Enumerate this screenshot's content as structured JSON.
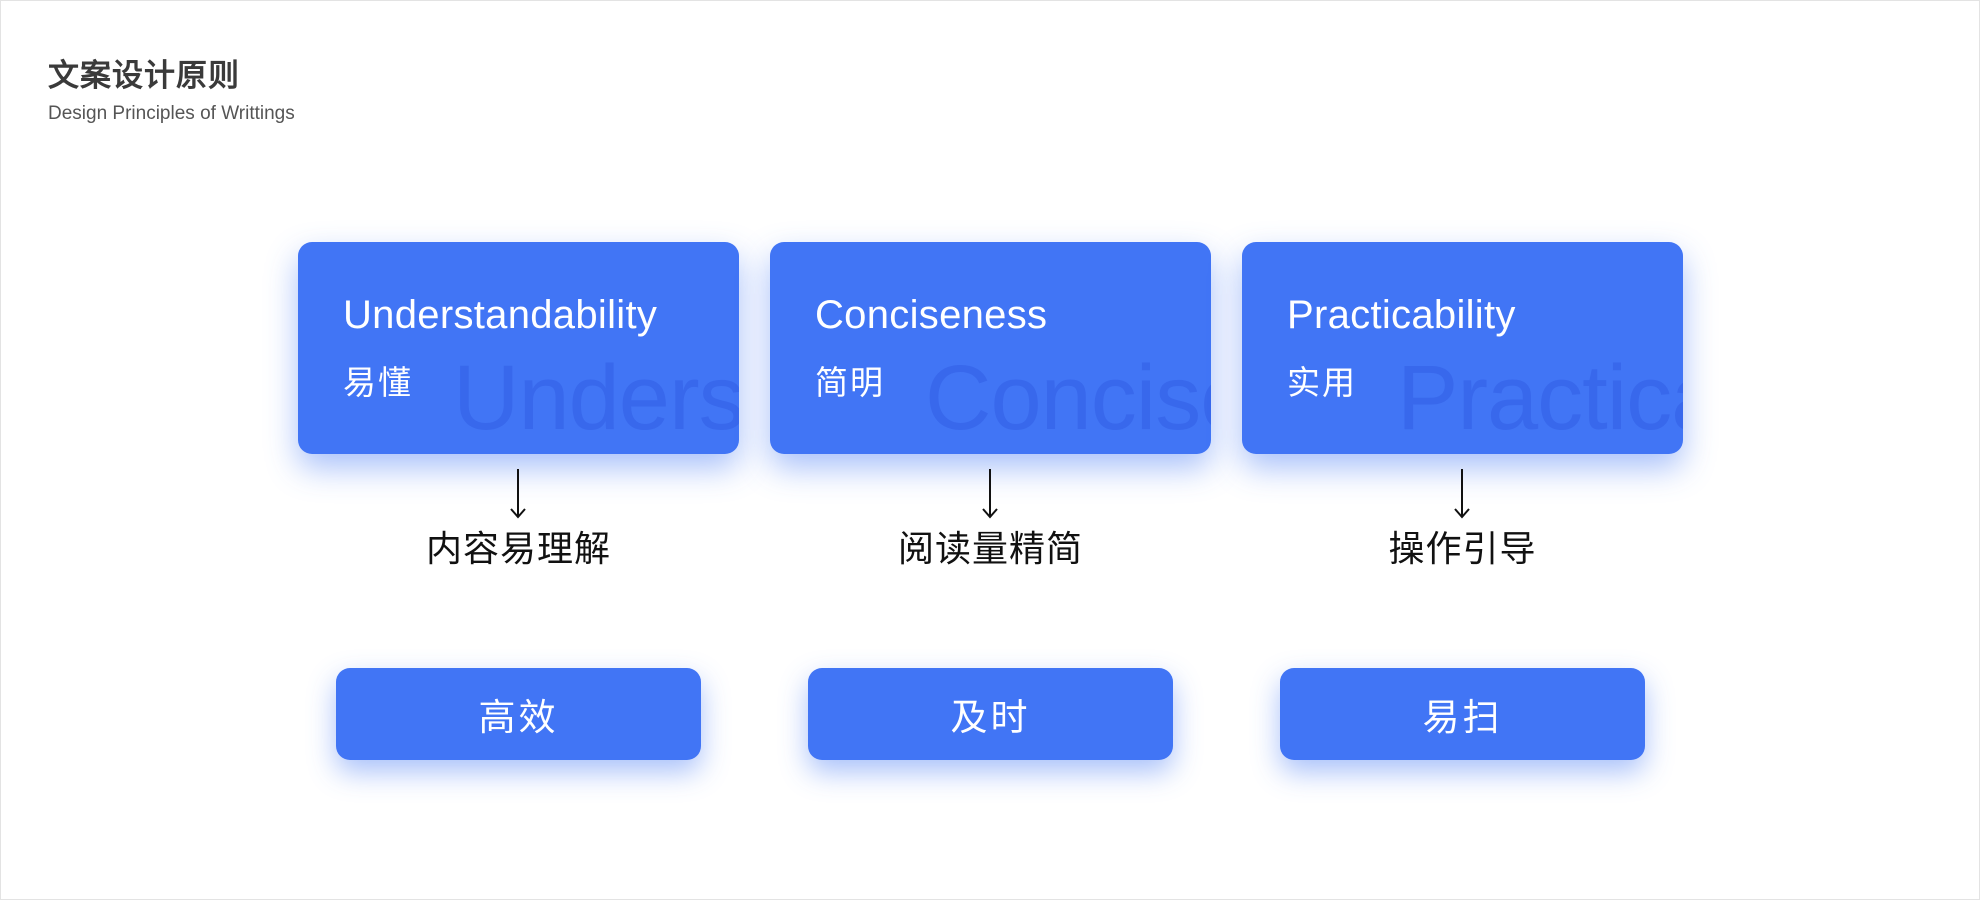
{
  "header": {
    "title": "文案设计原则",
    "subtitle": "Design Principles of Writtings"
  },
  "colors": {
    "accent": "#4175f5",
    "title_text": "#3a3a3a",
    "goal_text": "#111111"
  },
  "principles": [
    {
      "name_en": "Understandability",
      "name_cn": "易懂",
      "watermark": "Understandability",
      "goal": "内容易理解",
      "result": "高效"
    },
    {
      "name_en": "Conciseness",
      "name_cn": "简明",
      "watermark": "Conciseness",
      "goal": "阅读量精简",
      "result": "及时"
    },
    {
      "name_en": "Practicability",
      "name_cn": "实用",
      "watermark": "Practicability",
      "goal": "操作引导",
      "result": "易扫"
    }
  ],
  "icons": {
    "flow_arrow": "arrow-down-icon"
  }
}
